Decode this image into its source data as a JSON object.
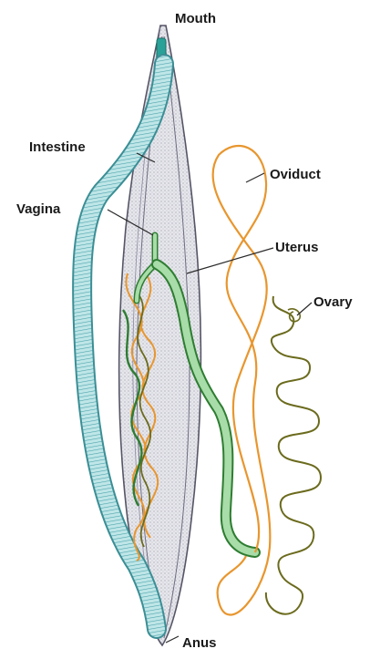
{
  "labels": {
    "mouth": "Mouth",
    "intestine": "Intestine",
    "vagina": "Vagina",
    "oviduct": "Oviduct",
    "uterus": "Uterus",
    "ovary": "Ovary",
    "anus": "Anus"
  },
  "colors": {
    "body_outline": "#555566",
    "body_fill": "#d9d9e0",
    "intestine": "#8fd2d6",
    "intestine_edge": "#3b8e95",
    "uterus": "#a8dca8",
    "uterus_edge": "#2e7d32",
    "oviduct": "#e8962e",
    "ovary": "#6b6b1e",
    "mouth_tip": "#2aa198"
  }
}
